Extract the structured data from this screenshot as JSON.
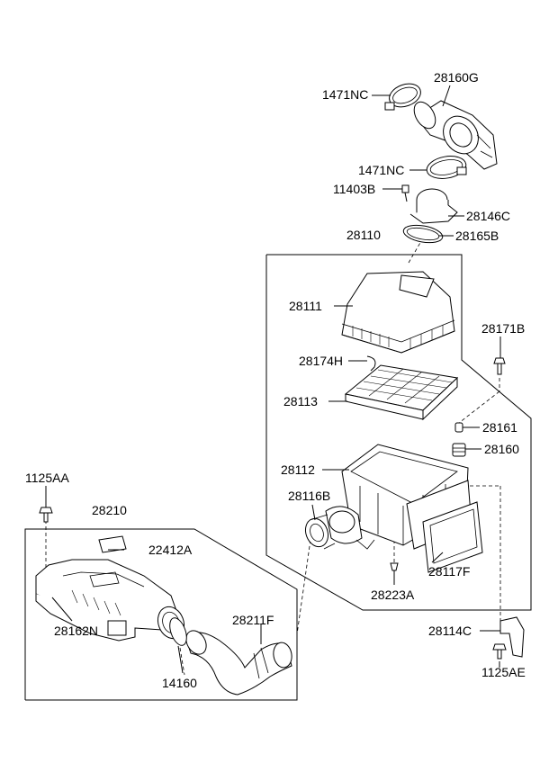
{
  "labels": {
    "p1471NC_top": "1471NC",
    "p28160G": "28160G",
    "p1471NC_mid": "1471NC",
    "p11403B": "11403B",
    "p28146C": "28146C",
    "p28165B": "28165B",
    "p28110": "28110",
    "p28111": "28111",
    "p28171B": "28171B",
    "p28174H": "28174H",
    "p28113": "28113",
    "p28161": "28161",
    "p28160": "28160",
    "p28112": "28112",
    "p28116B": "28116B",
    "p1125AA": "1125AA",
    "p28210": "28210",
    "p22412A": "22412A",
    "p28117F": "28117F",
    "p28223A": "28223A",
    "p28162N": "28162N",
    "p28211F": "28211F",
    "p28114C": "28114C",
    "p14160": "14160",
    "p1125AE": "1125AE"
  }
}
